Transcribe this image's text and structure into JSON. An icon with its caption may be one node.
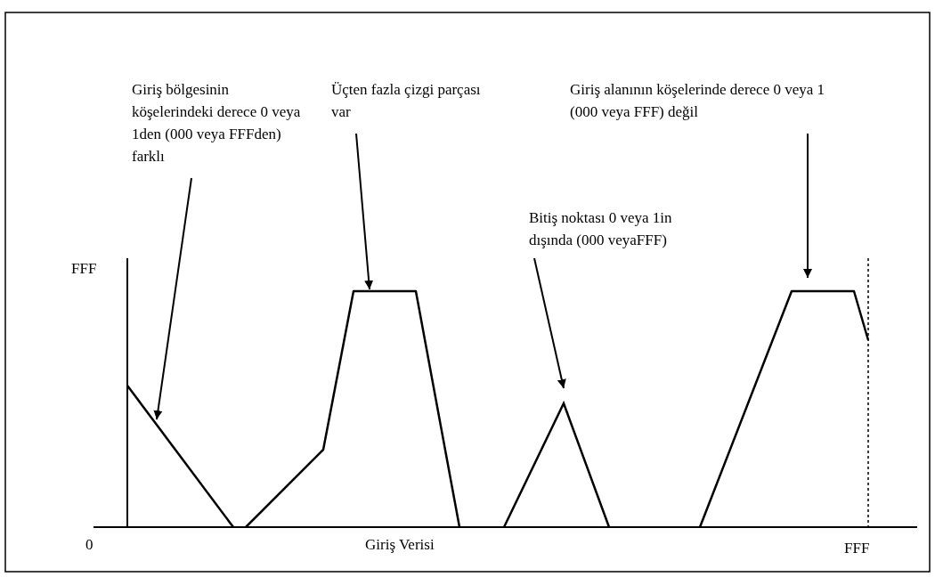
{
  "diagram": {
    "nodes": [
      {
        "text": [
          "Giriş bölgesinin köşelerindeki derece 0 veya 1den (000 veya FFFden) farklı"
        ]
      },
      {
        "text": [
          "Üçten fazla çizgi parçası var"
        ]
      },
      {
        "text": [
          "Bitiş noktası 0 veya 1in dışında (000 veyaFFF)"
        ]
      },
      {
        "text": [
          "Giriş alanının köşelerinde derece 0 veya 1 (000 veya FFF) değil"
        ]
      },
      {
        "text": [],
        "shape": "line"
      },
      {
        "text": [],
        "shape": "trapezoid"
      },
      {
        "text": [],
        "shape": "triangle"
      },
      {
        "text": [],
        "shape": "trapezoid"
      }
    ],
    "edges": [
      {
        "from": 0,
        "to": 4,
        "arrow": "to"
      },
      {
        "from": 1,
        "to": 5,
        "arrow": "to"
      },
      {
        "from": 2,
        "to": 6,
        "arrow": "to"
      },
      {
        "from": 3,
        "to": 7,
        "arrow": "to"
      }
    ],
    "labels": [
      "FFF",
      "0",
      "Giriş Verisi",
      "FFF"
    ]
  }
}
